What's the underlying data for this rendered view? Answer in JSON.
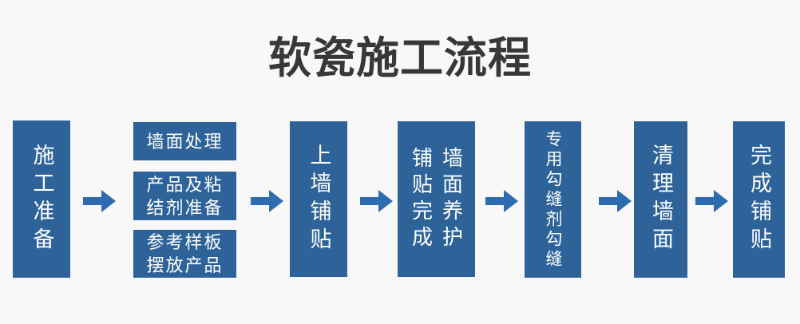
{
  "page": {
    "background": "#f8f8f8"
  },
  "colors": {
    "page_bg": "#f8f8f8",
    "title_color": "#383838",
    "box_blue": "#2e6399",
    "arrow_blue": "#2d6cb0",
    "box_text": "#ffffff"
  },
  "title": {
    "text": "软瓷施工流程"
  },
  "flow": {
    "arrow_icon_name": "arrow-right-icon",
    "steps": [
      {
        "type": "box-vertical",
        "label": "施工准备"
      },
      {
        "type": "box-stack",
        "items": [
          "墙面处理",
          "产品及粘\n结剂准备",
          "参考样板\n摆放产品"
        ]
      },
      {
        "type": "box-vertical",
        "label": "上墙铺贴"
      },
      {
        "type": "box-two-column",
        "columns": [
          "铺贴完成",
          "墙面养护"
        ]
      },
      {
        "type": "box-vertical",
        "label": "专用勾缝剂勾缝"
      },
      {
        "type": "box-vertical",
        "label": "清理墙面"
      },
      {
        "type": "box-vertical",
        "label": "完成铺贴"
      }
    ]
  }
}
